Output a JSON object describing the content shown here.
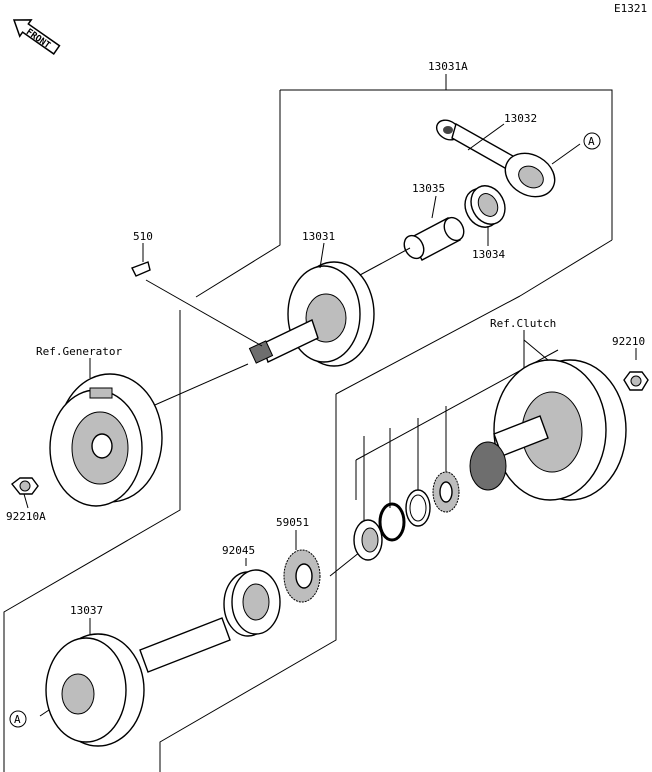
{
  "diagram_code": "E1321",
  "front_label": "FRONT",
  "callout_letter": "A",
  "labels": {
    "p13031A": "13031A",
    "p13032": "13032",
    "p13035": "13035",
    "p13034": "13034",
    "p13031": "13031",
    "p510": "510",
    "ref_generator": "Ref.Generator",
    "ref_clutch": "Ref.Clutch",
    "p92210": "92210",
    "p92210A": "92210A",
    "p92045": "92045",
    "p59051": "59051",
    "p13037": "13037"
  }
}
